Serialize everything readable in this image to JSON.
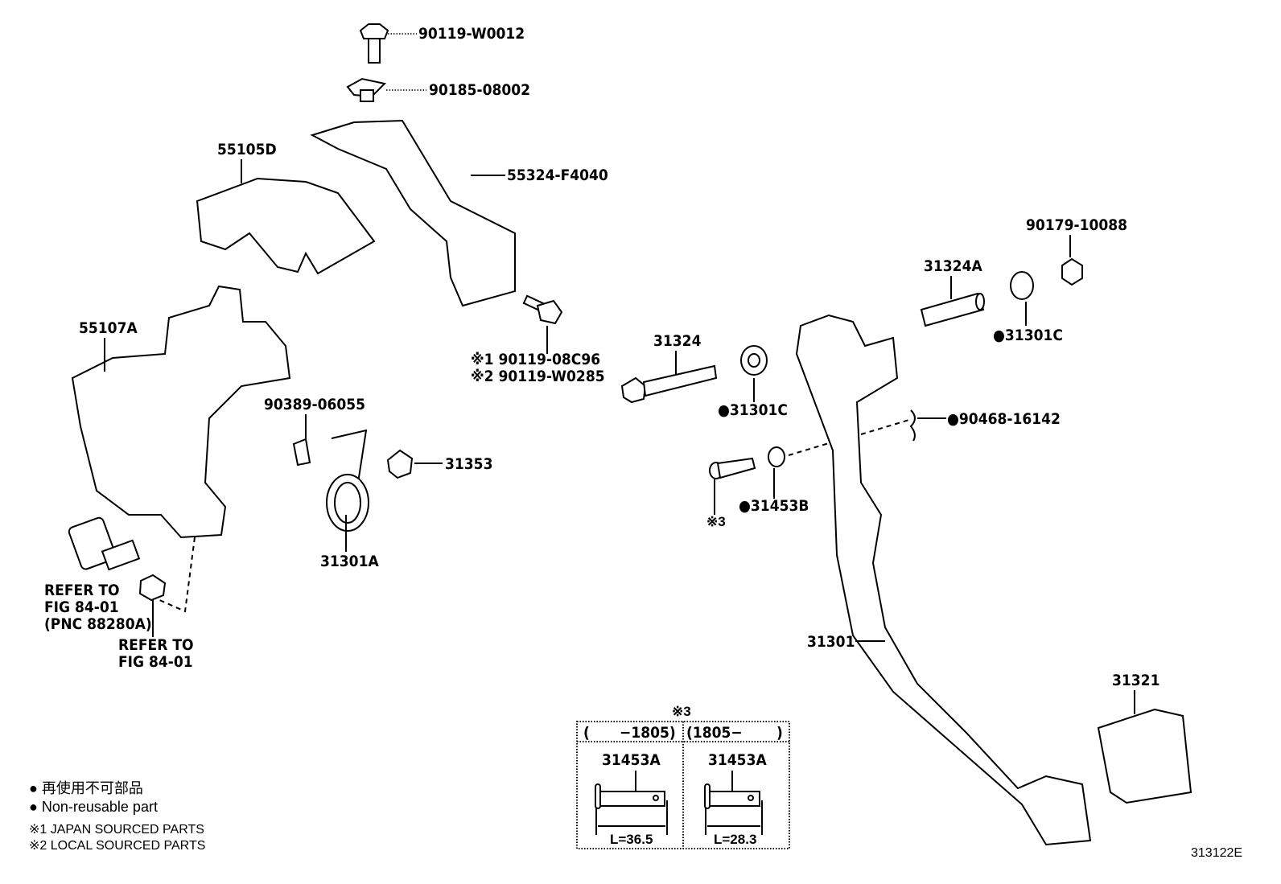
{
  "diagram_code": "313122E",
  "parts": {
    "p90119_W0012": "90119-W0012",
    "p90185_08002": "90185-08002",
    "p55105D": "55105D",
    "p55324_F4040": "55324-F4040",
    "p90179_10088": "90179-10088",
    "p31324A": "31324A",
    "p55107A": "55107A",
    "p31324": "31324",
    "p31301C_a": "●31301C",
    "p31301C_b": "●31301C",
    "bolt_japan": "※1 90119-08C96",
    "bolt_local": "※2 90119-W0285",
    "p90389_06055": "90389-06055",
    "p90468_16142": "●90468-16142",
    "p31353": "31353",
    "p31453B": "●31453B",
    "note3_ref": "※3",
    "p31301A": "31301A",
    "p31301": "31301",
    "p31321": "31321"
  },
  "refs": {
    "switch": [
      "REFER TO",
      "FIG 84-01",
      "(PNC 88280A)"
    ],
    "nut": [
      "REFER TO",
      "FIG 84-01"
    ]
  },
  "variant_table": {
    "title": "※3",
    "columns": [
      {
        "header_open": "(",
        "header_range": "−1805)",
        "part": "31453A",
        "length": "L=36.5"
      },
      {
        "header_open": "(1805−",
        "header_range": ")",
        "part": "31453A",
        "length": "L=28.3"
      }
    ]
  },
  "legend": [
    "● 再使用不可部品",
    "● Non-reusable part",
    "※1 JAPAN SOURCED PARTS",
    "※2 LOCAL SOURCED PARTS"
  ]
}
